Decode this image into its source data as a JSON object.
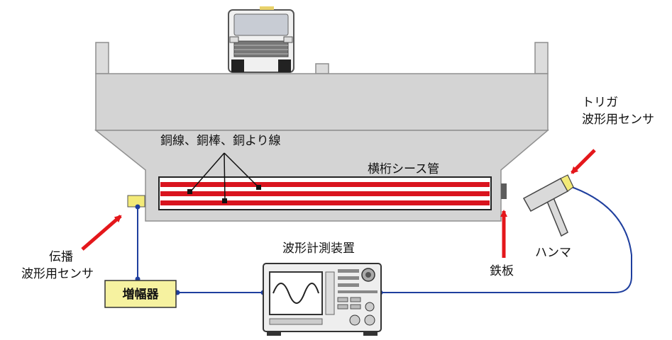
{
  "labels": {
    "wires": "銅線、銅棒、銅より線",
    "sheath_pipe": "横桁シース管",
    "trigger_sensor_line1": "トリガ",
    "trigger_sensor_line2": "波形用センサ",
    "propagation_sensor_line1": "伝播",
    "propagation_sensor_line2": "波形用センサ",
    "measuring_device": "波形計測装置",
    "steel_plate": "鉄板",
    "hammer": "ハンマ",
    "amplifier": "増幅器"
  },
  "colors": {
    "girder": "#d4d4d4",
    "girder_edge": "#909090",
    "sheath_stripe": "#d9141e",
    "sensor": "#f3ea78",
    "amplifier": "#f6f2a0",
    "cable": "#1f3f9e",
    "arrow": "#e4171b"
  }
}
